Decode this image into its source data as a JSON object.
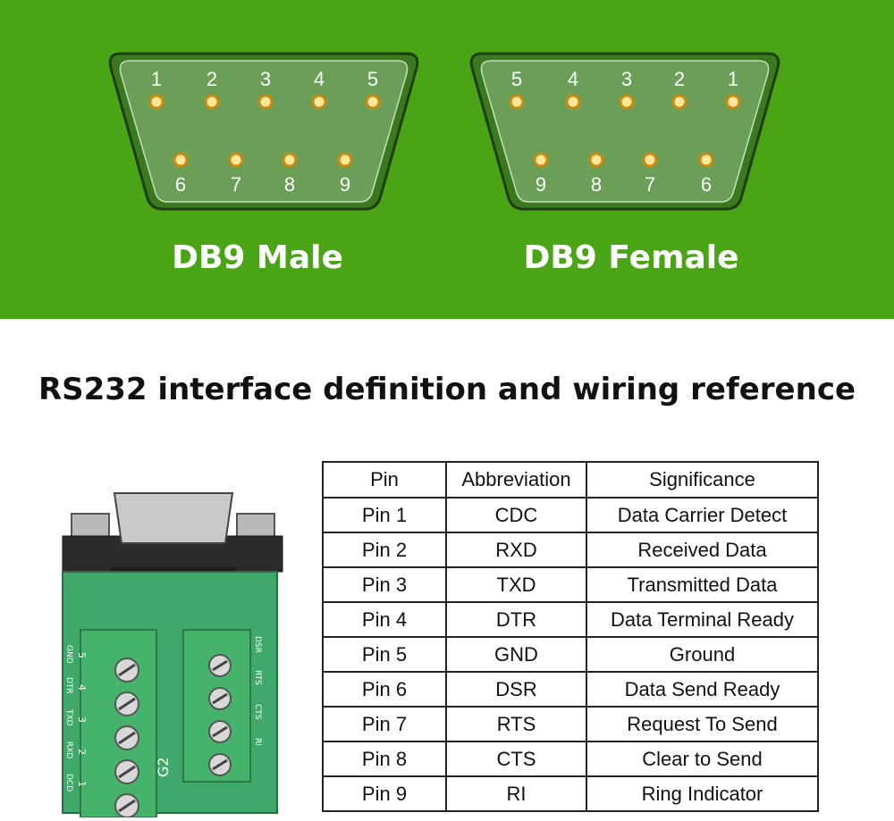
{
  "banner": {
    "color": "#4aa516"
  },
  "male": {
    "label": "DB9 Male",
    "top_pins": [
      "1",
      "2",
      "3",
      "4",
      "5"
    ],
    "bottom_pins": [
      "6",
      "7",
      "8",
      "9"
    ]
  },
  "female": {
    "label": "DB9 Female",
    "top_pins": [
      "5",
      "4",
      "3",
      "2",
      "1"
    ],
    "bottom_pins": [
      "9",
      "8",
      "7",
      "6"
    ]
  },
  "heading": "RS232 interface definition and wiring reference",
  "table": {
    "headers": [
      "Pin",
      "Abbreviation",
      "Significance"
    ],
    "rows": [
      [
        "Pin 1",
        "CDC",
        "Data Carrier Detect"
      ],
      [
        "Pin 2",
        "RXD",
        "Received Data"
      ],
      [
        "Pin 3",
        "TXD",
        "Transmitted Data"
      ],
      [
        "Pin 4",
        "DTR",
        "Data Terminal Ready"
      ],
      [
        "Pin 5",
        "GND",
        "Ground"
      ],
      [
        "Pin 6",
        "DSR",
        "Data Send Ready"
      ],
      [
        "Pin 7",
        "RTS",
        "Request To Send"
      ],
      [
        "Pin 8",
        "CTS",
        "Clear to Send"
      ],
      [
        "Pin 9",
        "RI",
        "Ring Indicator"
      ]
    ]
  },
  "board": {
    "left_terminals": [
      "5",
      "4",
      "3",
      "2",
      "1"
    ],
    "left_signals": [
      "GND",
      "DTR",
      "TXD",
      "RXD",
      "DCD"
    ],
    "right_signals": [
      "DSR",
      "RTS",
      "CTS",
      "RI"
    ],
    "marking": "G2"
  }
}
